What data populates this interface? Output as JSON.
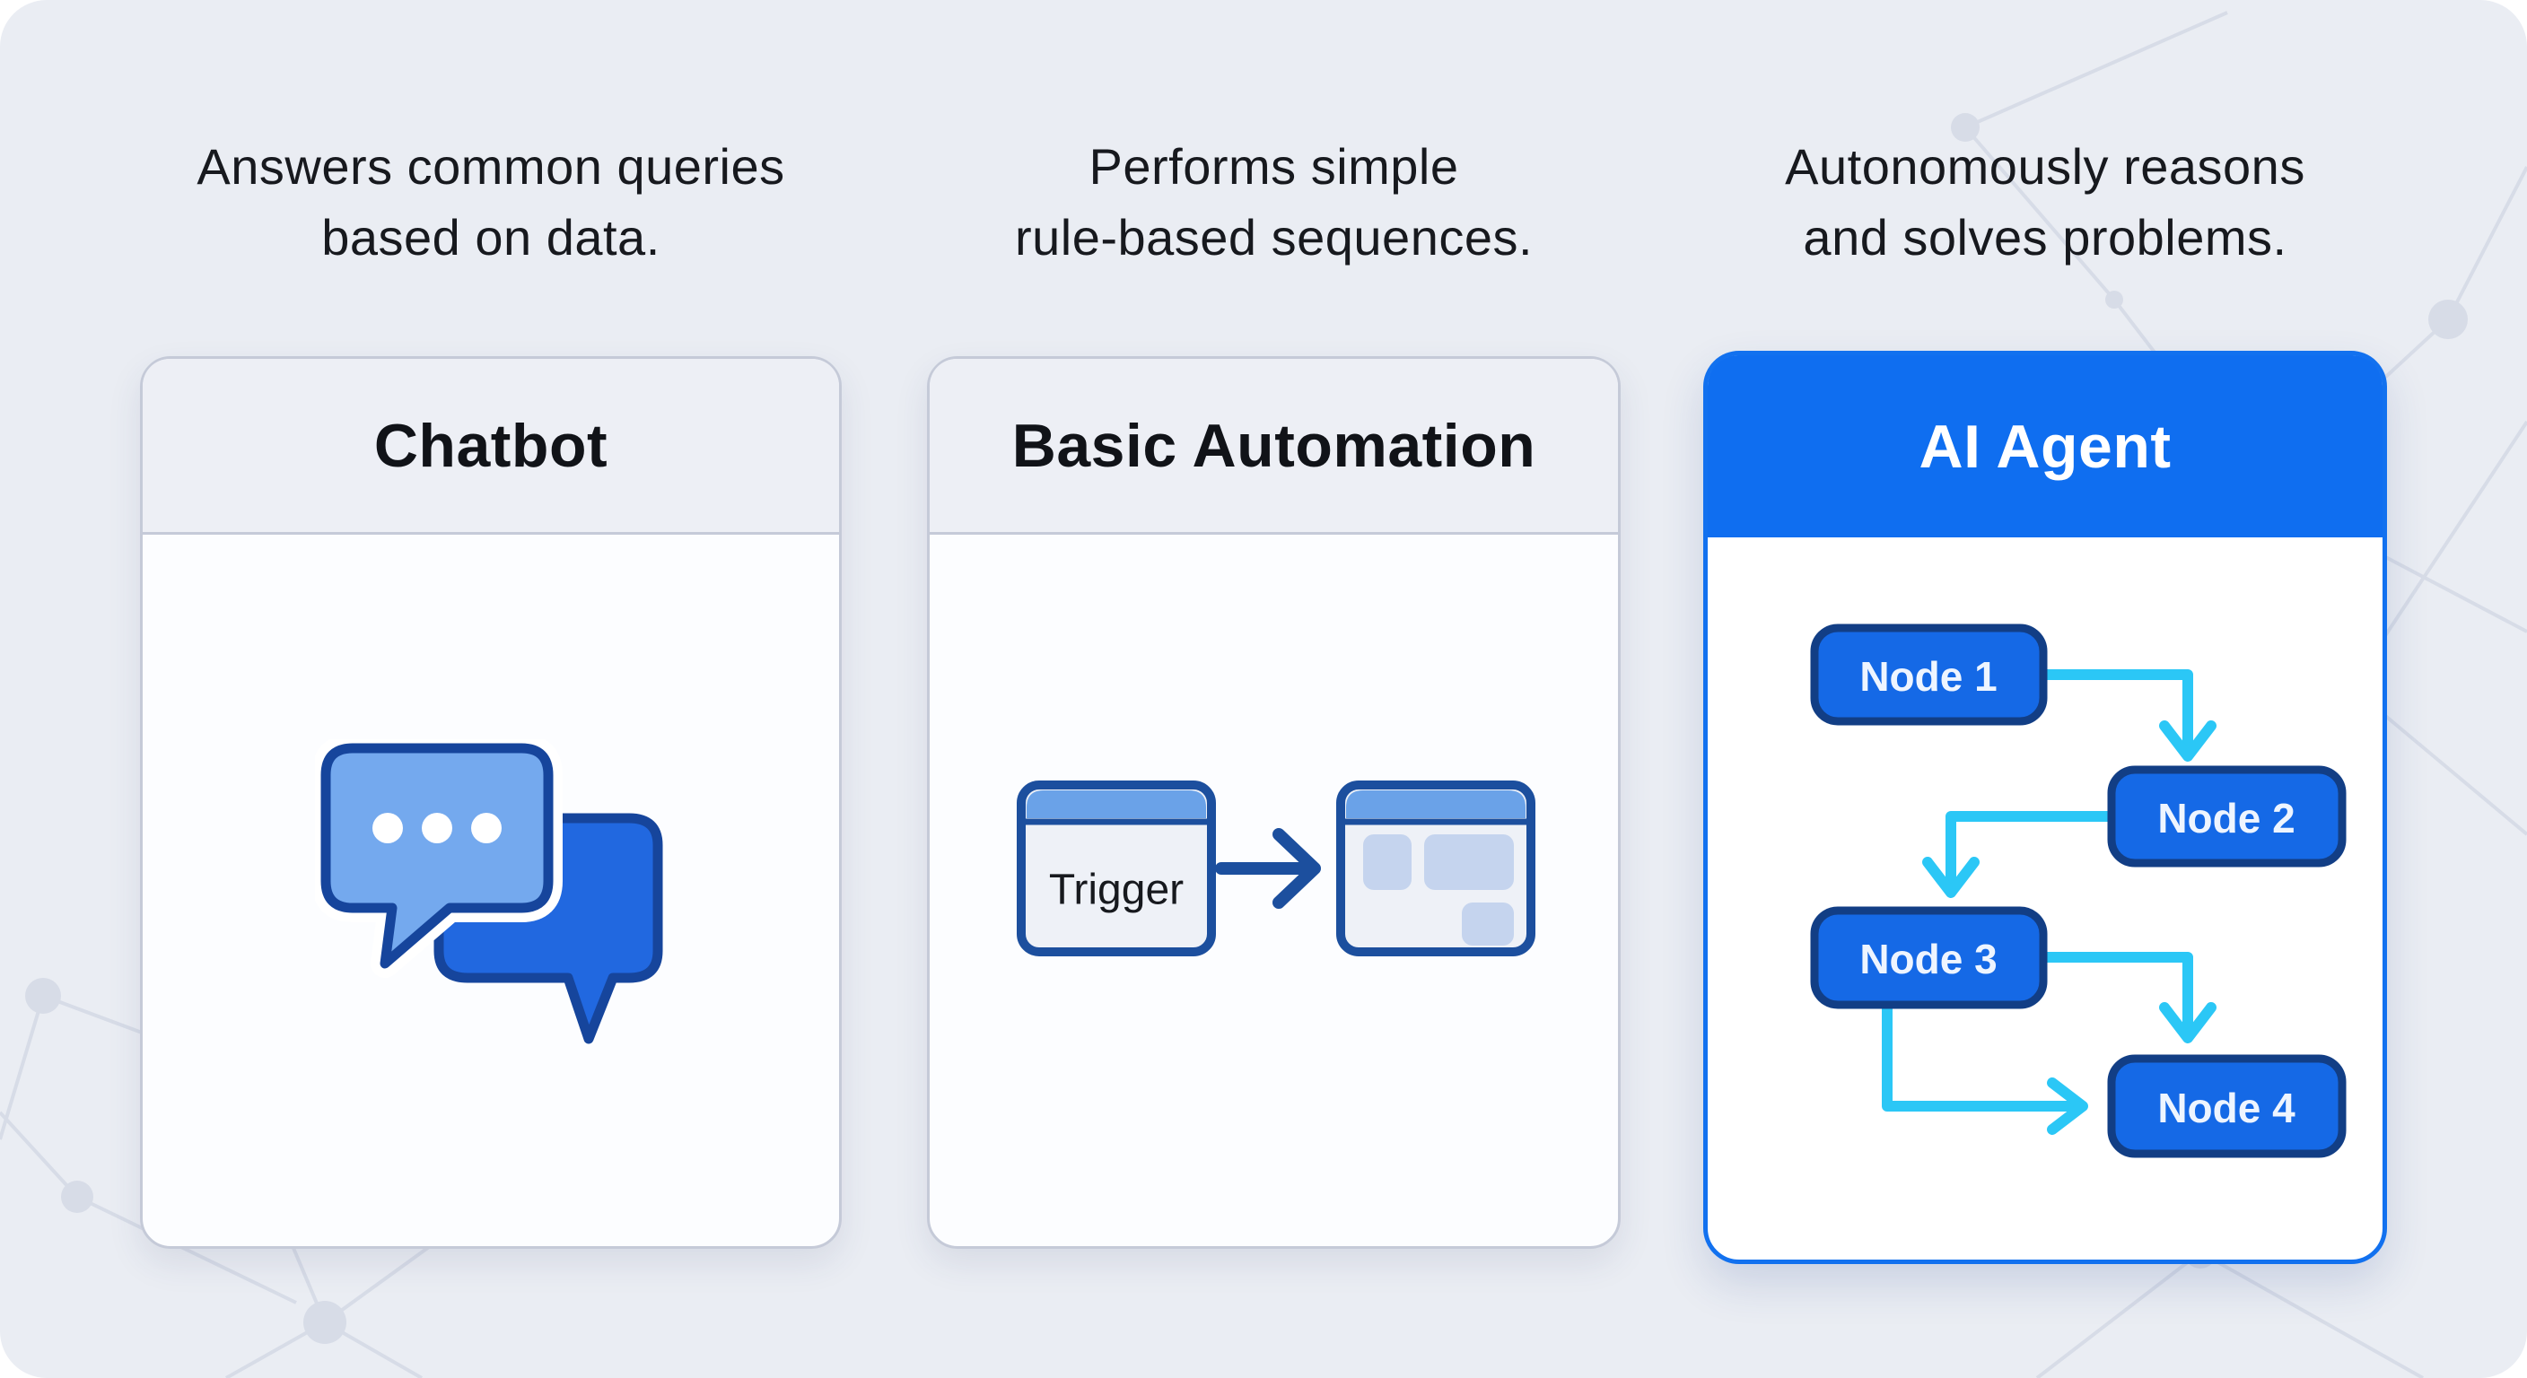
{
  "columns": [
    {
      "description_lines": [
        "Answers common queries",
        "based on data."
      ],
      "title": "Chatbot",
      "icon": "chat-bubbles-icon"
    },
    {
      "description_lines": [
        "Performs simple",
        "rule-based sequences."
      ],
      "title": "Basic Automation",
      "icon": "trigger-flow-icon",
      "illustration": {
        "trigger_label": "Trigger"
      }
    },
    {
      "description_lines": [
        "Autonomously reasons",
        "and solves problems."
      ],
      "title": "AI Agent",
      "highlighted": true,
      "nodes": [
        "Node 1",
        "Node 2",
        "Node 3",
        "Node 4"
      ]
    }
  ],
  "colors": {
    "canvas_bg": "#eaedf3",
    "pattern": "#d7dce7",
    "card_border": "#c5cad8",
    "card_header_bg": "#edeff5",
    "title_text": "#111318",
    "ai_agent_blue": "#0f6ef0",
    "ai_agent_border": "#1271ef",
    "node_fill": "#1569e6",
    "node_border": "#123e85",
    "connector_cyan": "#2bc7f6",
    "chat_light_blue": "#74a9ee",
    "chat_dark_blue": "#2168e0",
    "chat_outline": "#16459c",
    "window_outline": "#1c4f9e",
    "window_header_blue": "#6aa2e8",
    "window_body": "#eef1f7",
    "window_block": "#c5d4ee"
  }
}
